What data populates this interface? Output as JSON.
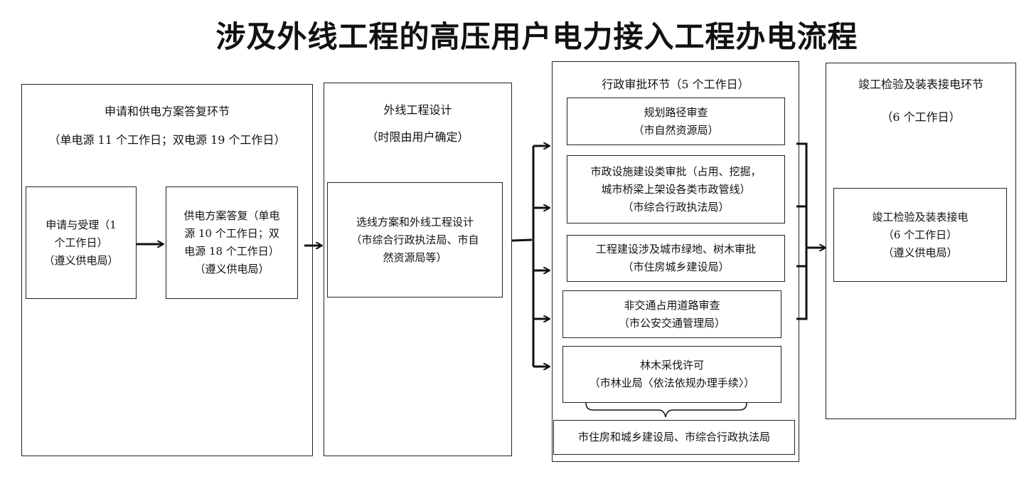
{
  "title": "涉及外线工程的高压用户电力接入工程办电流程",
  "stage1": {
    "heading": "申请和供电方案答复环节",
    "duration": "（单电源 11 个工作日；双电源 19 个工作日）",
    "step1": [
      "申请与受理（1",
      "个工作日）",
      "（遵义供电局）"
    ],
    "step2": [
      "供电方案答复（单电",
      "源 10 个工作日；双",
      "电源 18 个工作日）",
      "（遵义供电局）"
    ]
  },
  "stage2": {
    "heading": "外线工程设计",
    "duration": "（时限由用户确定）",
    "step": [
      "选线方案和外线工程设计",
      "（市综合行政执法局、市自",
      "然资源局等）"
    ]
  },
  "stage3": {
    "heading": "行政审批环节（5 个工作日）",
    "items": [
      [
        "规划路径审查",
        "（市自然资源局）"
      ],
      [
        "市政设施建设类审批（占用、挖掘，",
        "城市桥梁上架设各类市政管线）",
        "（市综合行政执法局）"
      ],
      [
        "工程建设涉及城市绿地、树木审批",
        "（市住房城乡建设局）"
      ],
      [
        "非交通占用道路审查",
        "（市公安交通管理局）"
      ],
      [
        "林木采伐许可",
        "（市林业局〈依法依规办理手续〉）"
      ]
    ],
    "footer": "市住房和城乡建设局、市综合行政执法局"
  },
  "stage4": {
    "heading": "竣工检验及装表接电环节",
    "duration": "（6 个工作日）",
    "step": [
      "竣工检验及装表接电",
      "（6 个工作日）",
      "（遵义供电局）"
    ]
  }
}
